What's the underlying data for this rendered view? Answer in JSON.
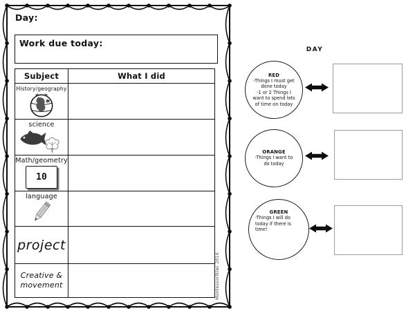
{
  "sheet": {
    "day_label": "Day:",
    "work_due_label": "Work due today:",
    "credit": "Montessorikiwi 2016",
    "table": {
      "headers": [
        "Subject",
        "What I did"
      ],
      "rows": [
        {
          "subject": "History/geography",
          "icon": "globe-icon",
          "what_i_did": ""
        },
        {
          "subject": "science",
          "icon": "fish-icon, leaf-icon",
          "what_i_did": ""
        },
        {
          "subject": "Math/geometry",
          "icon": "number-card-icon",
          "card_value": "10",
          "what_i_did": ""
        },
        {
          "subject": "language",
          "icon": "pencil-icon",
          "what_i_did": ""
        },
        {
          "subject": "project",
          "what_i_did": ""
        },
        {
          "subject": "Creative & movement",
          "what_i_did": ""
        }
      ]
    }
  },
  "sorter": {
    "title": "DAY",
    "items": [
      {
        "name": "RED",
        "bullets": [
          "-Things I must get done today",
          "-1 or 2 Things I want to spend lots of time on today"
        ],
        "box_value": ""
      },
      {
        "name": "ORANGE",
        "bullets": [
          "-Things I want to do today"
        ],
        "box_value": ""
      },
      {
        "name": "GREEN",
        "bullets": [
          "-Things I will do today if there is time!"
        ],
        "box_value": ""
      }
    ],
    "arrow_icon": "double-arrow-icon"
  },
  "colors": {
    "ink": "#111111",
    "box_border": "#9c9c9c",
    "paper": "#ffffff"
  }
}
